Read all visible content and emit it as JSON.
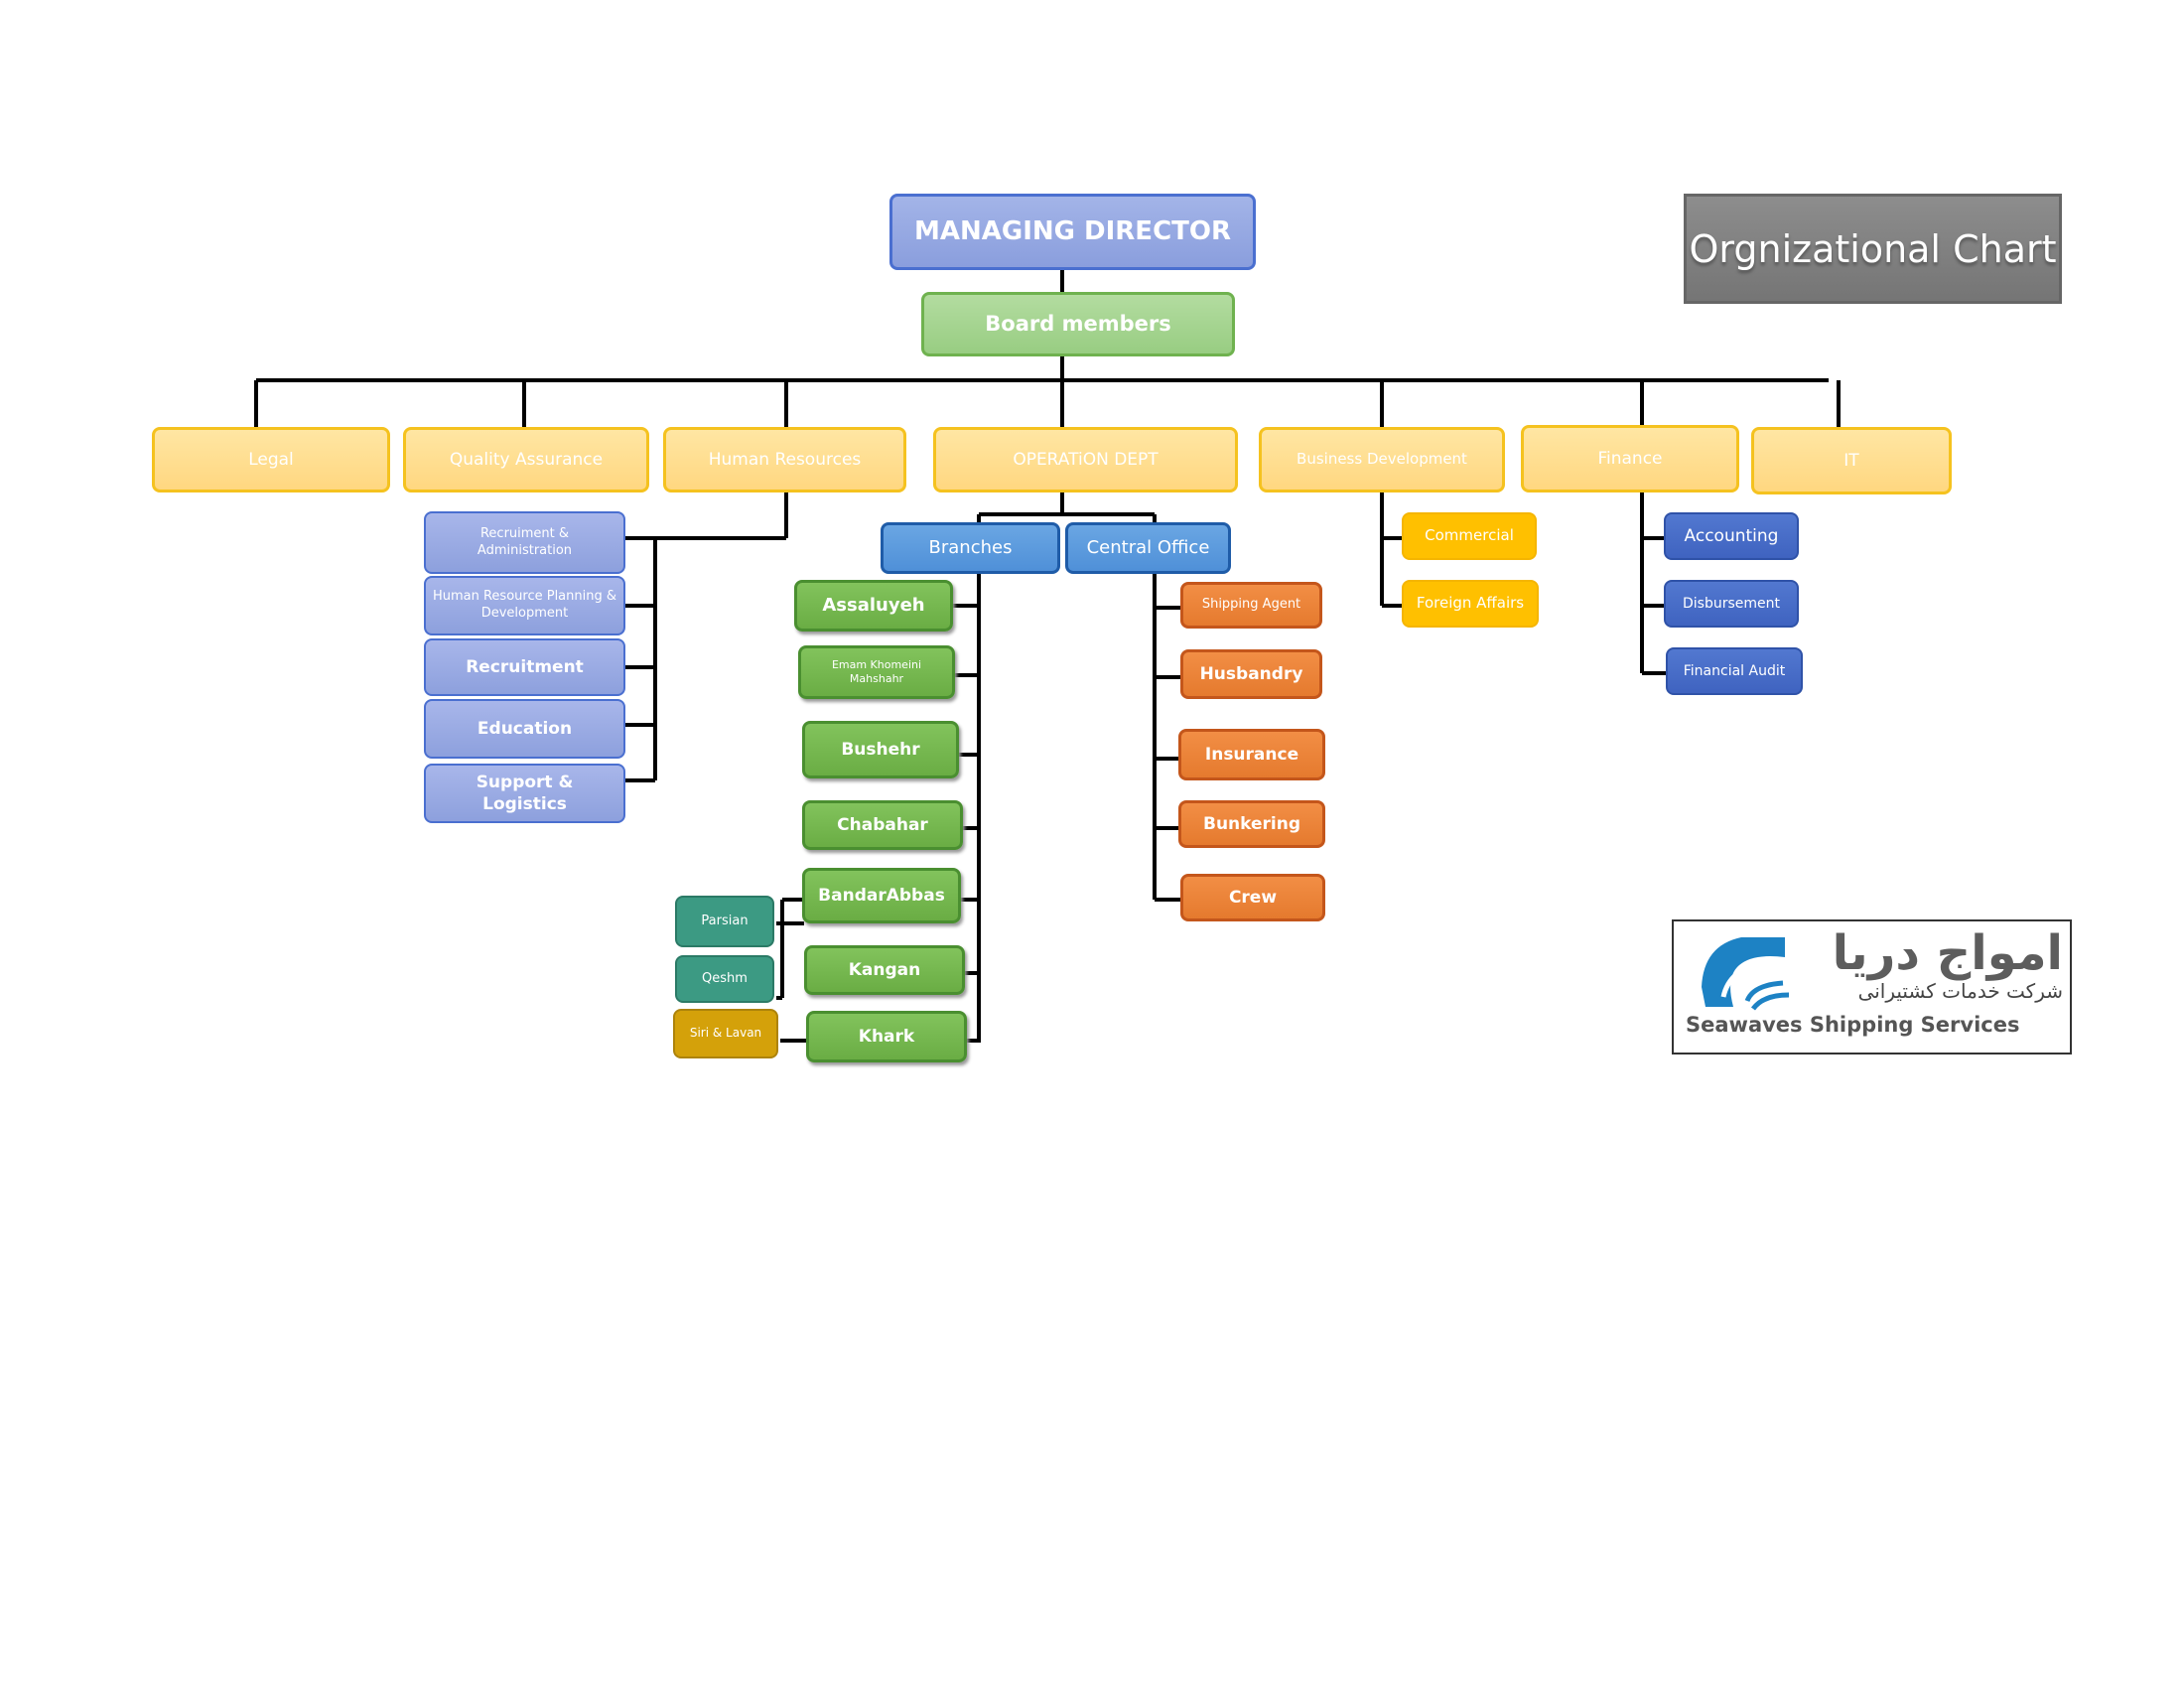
{
  "title": "Orgnizational Chart",
  "managing_director": "MANAGING DIRECTOR",
  "board": "Board members",
  "departments": {
    "legal": "Legal",
    "quality": "Quality Assurance",
    "hr": "Human Resources",
    "operation": "OPERATiON DEPT",
    "bizdev": "Business Development",
    "finance": "Finance",
    "it": "IT"
  },
  "hr_units": {
    "recruiment_admin": "Recruiment & Administration",
    "hr_planning": "Human Resource Planning & Development",
    "recruitment": "Recruitment",
    "education": "Education",
    "support": "Support & Logistics"
  },
  "operation": {
    "branches": "Branches",
    "central_office": "Central Office"
  },
  "branches": {
    "assaluyeh": "Assaluyeh",
    "emam": "Emam Khomeini Mahshahr",
    "bushehr": "Bushehr",
    "chabahar": "Chabahar",
    "bandarabbas": "BandarAbbas",
    "kangan": "Kangan",
    "khark": "Khark"
  },
  "sub_branches": {
    "parsian": "Parsian",
    "qeshm": "Qeshm",
    "siri": "Siri & Lavan"
  },
  "central_office_units": {
    "shipping_agent": "Shipping Agent",
    "husbandry": "Husbandry",
    "insurance": "Insurance",
    "bunkering": "Bunkering",
    "crew": "Crew"
  },
  "bizdev_units": {
    "commercial": "Commercial",
    "foreign": "Foreign Affairs"
  },
  "finance_units": {
    "accounting": "Accounting",
    "disbursement": "Disbursement",
    "audit": "Financial Audit"
  },
  "logo": {
    "persian_name": "امواج دریا",
    "persian_subtitle": "شرکت خدمات کشتیرانی",
    "english_name": "Seawaves Shipping  Services"
  }
}
